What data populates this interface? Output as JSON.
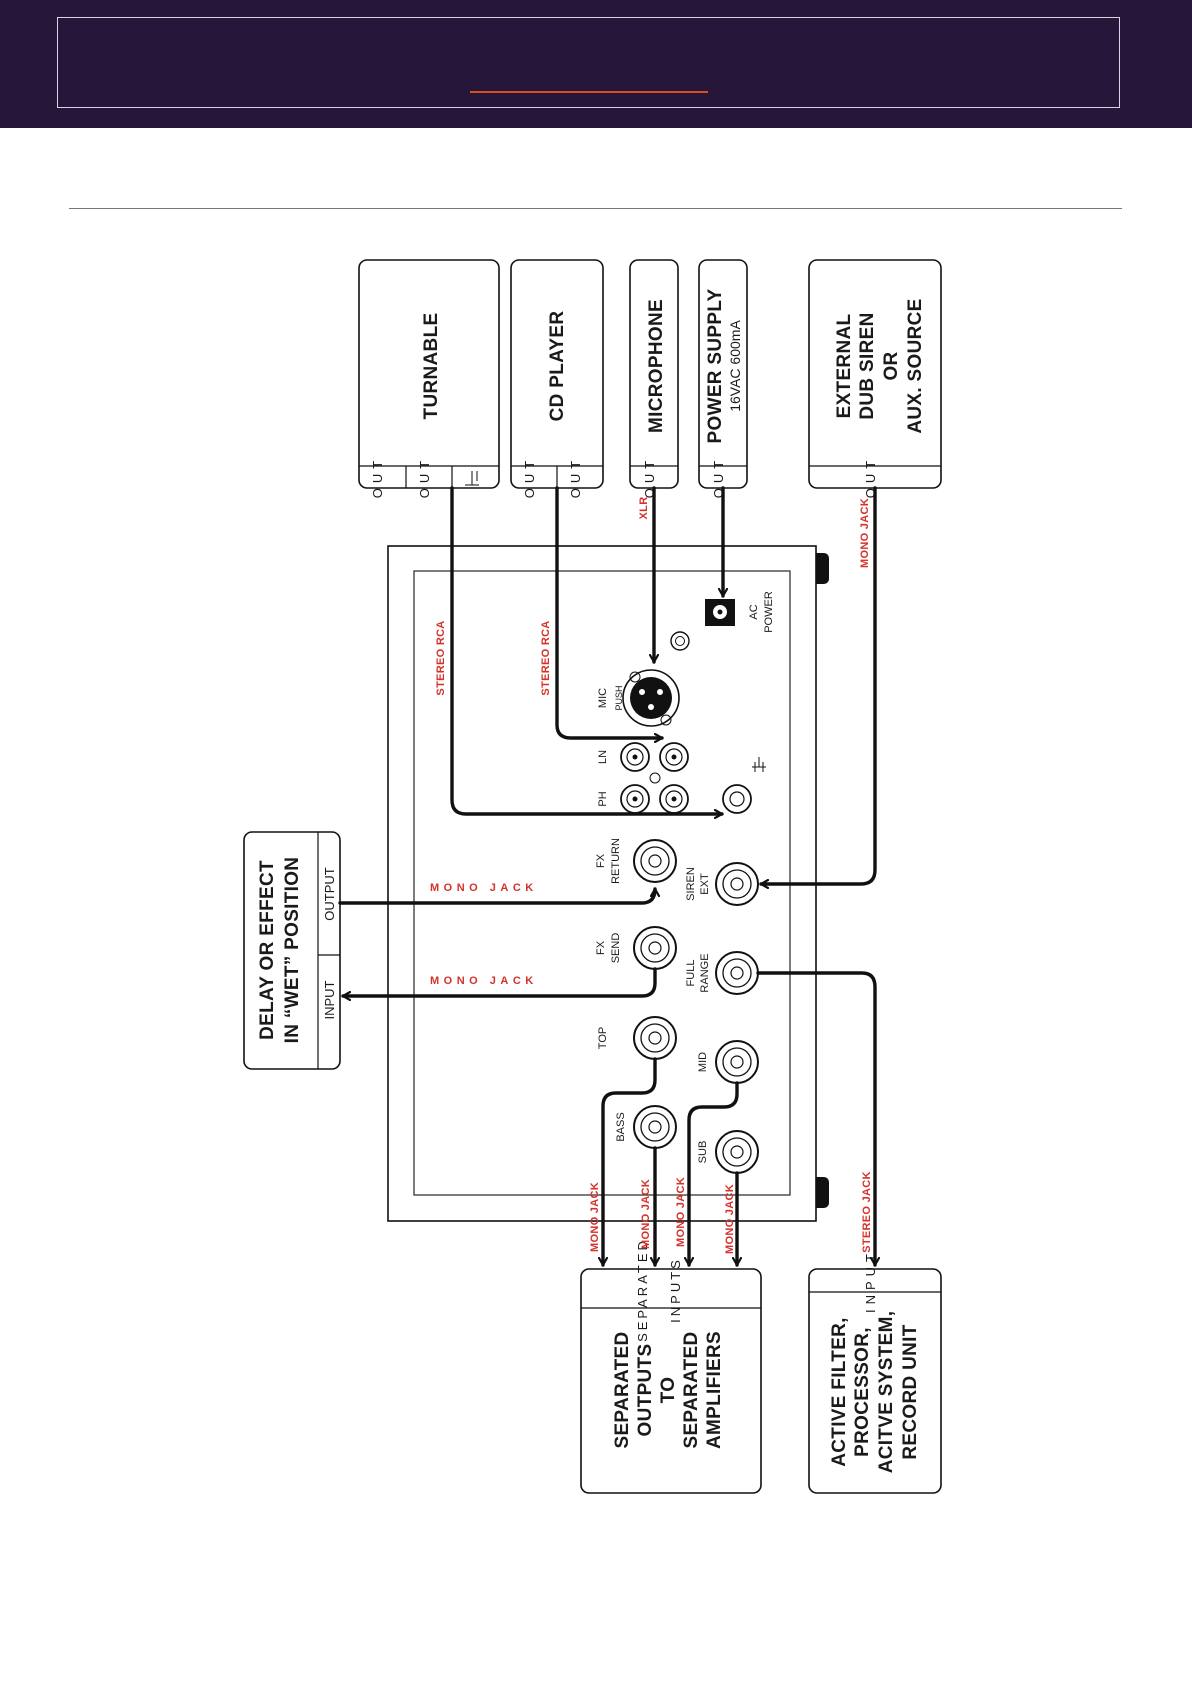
{
  "devices": {
    "turntable": {
      "name": "TURNABLE",
      "out1": "OUT",
      "out2": "OUT"
    },
    "cd_player": {
      "name": "CD PLAYER",
      "out1": "OUT",
      "out2": "OUT"
    },
    "microphone": {
      "name": "MICROPHONE",
      "out": "OUT"
    },
    "power_supply": {
      "name": "POWER SUPPLY",
      "spec": "16VAC 600mA",
      "out": "OUT"
    },
    "external_siren": {
      "line1": "EXTERNAL",
      "line2": "DUB SIREN",
      "line3": "OR",
      "line4": "AUX. SOURCE",
      "out": "OUT"
    },
    "delay": {
      "line1": "DELAY OR EFFECT",
      "line2": "IN “WET” POSITION",
      "output": "OUTPUT",
      "input": "INPUT"
    },
    "separated": {
      "line1": "SEPARATED",
      "line2": "OUTPUTS",
      "line3": "TO",
      "line4": "SEPARATED",
      "line5": "AMPLIFIERS",
      "inputs": [
        "SEPARATED",
        "INPUTS"
      ]
    },
    "active_filter": {
      "line1": "ACTIVE FILTER,",
      "line2": "PROCESSOR,",
      "line3": "ACITVE SYSTEM,",
      "line4": "RECORD UNIT",
      "input": "INPUT"
    }
  },
  "panel": {
    "mic": "MIC",
    "push": "PUSH",
    "ac_power": [
      "AC",
      "POWER"
    ],
    "ln": "LN",
    "ph": "PH",
    "fx_return": [
      "FX",
      "RETURN"
    ],
    "fx_send": [
      "FX",
      "SEND"
    ],
    "siren_ext": [
      "SIREN",
      "EXT"
    ],
    "full_range": [
      "FULL",
      "RANGE"
    ],
    "top": "TOP",
    "bass": "BASS",
    "mid": "MID",
    "sub": "SUB"
  },
  "cables": {
    "stereo_rca_1": "STEREO RCA",
    "stereo_rca_2": "STEREO RCA",
    "xlr": "XLR",
    "mono_jack_siren": "MONO JACK",
    "mono_jack_return": "MONO JACK",
    "mono_jack_send": "MONO JACK",
    "mono_jack_out1": "MONO JACK",
    "mono_jack_out2": "MONO JACK",
    "mono_jack_out3": "MONO JACK",
    "mono_jack_out4": "MONO JACK",
    "stereo_jack": "STEREO JACK"
  },
  "colors": {
    "header_bg": "#26173a",
    "accent": "#d9501e",
    "cable_label": "#d4322b",
    "line": "#111111"
  }
}
